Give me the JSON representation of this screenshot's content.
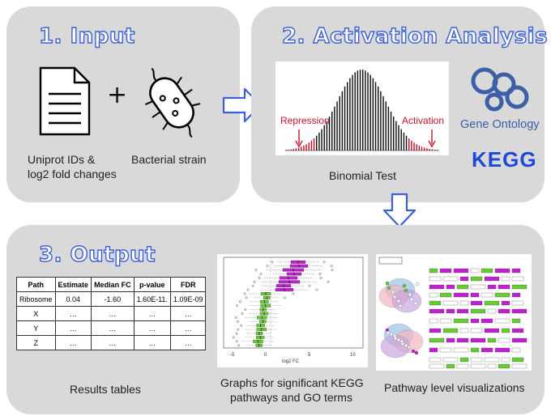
{
  "input": {
    "title": "1. Input",
    "label_ids_line1": "Uniprot IDs &",
    "label_ids_line2": "log2 fold changes",
    "label_strain": "Bacterial strain",
    "document_icon": "document-icon",
    "bacteria_icon": "bacteria-icon",
    "plus": "+"
  },
  "analysis": {
    "title": "2. Activation Analysis",
    "repression": "Repression",
    "activation": "Activation",
    "test_label": "Binomial Test",
    "go_text": "Gene Ontology",
    "kegg": "KEGG",
    "repression_color": "#c8102e"
  },
  "output": {
    "title": "3. Output",
    "results_label": "Results tables",
    "graphs_label_line1": "Graphs for significant KEGG",
    "graphs_label_line2": "pathways and GO terms",
    "pathway_label": "Pathway level visualizations",
    "table": {
      "headers": [
        "Path",
        "Estimate",
        "Median FC",
        "p-value",
        "FDR"
      ],
      "rows": [
        [
          "Ribosome",
          "0.04",
          "-1.60",
          "1.60E-11.",
          "1.09E-09"
        ],
        [
          "X",
          "…",
          "…",
          "…",
          "…"
        ],
        [
          "Y",
          "…",
          "…",
          "…",
          "…"
        ],
        [
          "Z",
          "…",
          "…",
          "…",
          "…"
        ]
      ]
    },
    "boxplot_xlabel": "log2 FC",
    "boxplot_ticks": [
      "-5",
      "0",
      "5",
      "10"
    ]
  },
  "colors": {
    "panel": "#d9d9d9",
    "title_outline": "#3d5fd4",
    "arrow_outline": "#3d5fd4",
    "kegg": "#1d49d8",
    "box_magenta": "#c020d0",
    "box_green": "#66cc33"
  }
}
